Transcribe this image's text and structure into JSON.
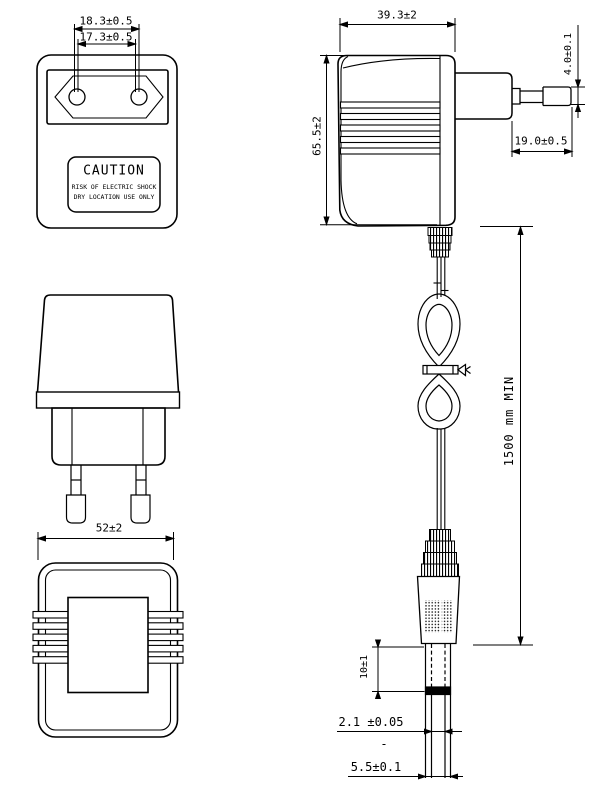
{
  "drawing": {
    "background": "#ffffff",
    "line_color": "#000000",
    "caution_label": {
      "title": "CAUTION",
      "line1": "RISK OF ELECTRIC SHOCK",
      "line2": "DRY LOCATION USE ONLY"
    },
    "dimensions": {
      "pin_spacing_outer": "18.3±0.5",
      "pin_spacing_inner": "17.3±0.5",
      "body_depth": "52±2",
      "body_width": "39.3±2",
      "body_height": "65.5±2",
      "pin_diameter": "4.0±0.1",
      "pin_length": "19.0±0.5",
      "cable_length": "1500 mm MIN",
      "barrel_length": "10±1",
      "barrel_inner_diameter": "2.1 ±0.05",
      "separator": "-",
      "barrel_outer_diameter": "5.5±0.1"
    }
  }
}
